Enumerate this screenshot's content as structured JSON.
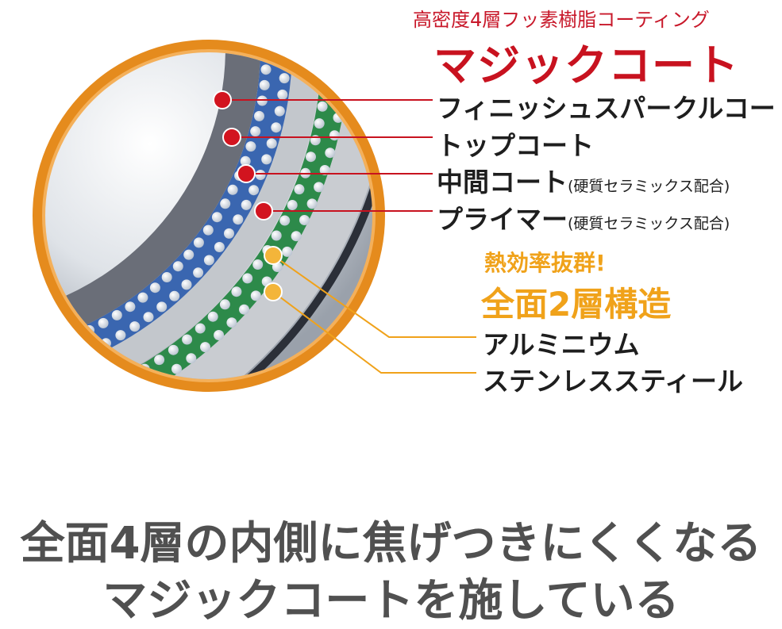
{
  "header": {
    "subtitle": "高密度4層フッ素樹脂コーティング",
    "brand": "マジックコート"
  },
  "coating_layers": [
    {
      "name": "フィニッシュスパークルコート",
      "note": ""
    },
    {
      "name": "トップコート",
      "note": ""
    },
    {
      "name": "中間コート",
      "note": "(硬質セラミックス配合)"
    },
    {
      "name": "プライマー",
      "note": "(硬質セラミックス配合)"
    }
  ],
  "base": {
    "effect": "熱効率抜群!",
    "structure": "全面2層構造",
    "layers": [
      "アルミニウム",
      "ステンレススティール"
    ]
  },
  "caption": {
    "line1": "全面4層の内側に焦げつきにくくなる",
    "line2": "マジックコートを施している"
  },
  "colors": {
    "accent_red": "#c8121f",
    "accent_orange": "#f0a21a",
    "ring_orange": "#e58b1d",
    "layer_blue": "#3a66b0",
    "layer_green": "#2d8a4a",
    "layer_gray": "#6a6e78"
  }
}
